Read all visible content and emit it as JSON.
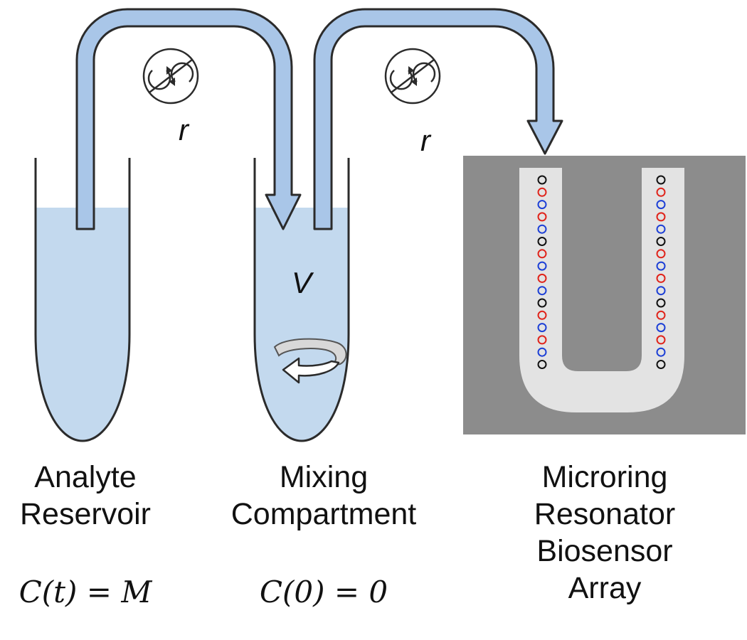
{
  "colors": {
    "liquid": "#c3d9ee",
    "tube_flow": "#a9c6e8",
    "tube_outline": "#2b2b2b",
    "chip_background": "#8c8c8c",
    "channel": "#e3e3e3",
    "ring_red": "#e0241b",
    "ring_blue": "#1c3fd6",
    "ring_black": "#111111"
  },
  "icons": [
    "pump-rotor-icon",
    "rotation-arrow-icon",
    "flow-arrow-icon",
    "microring-icon"
  ],
  "flow_rate_symbol": "r",
  "mixing_volume_symbol": "V",
  "reservoir": {
    "line1": "Analyte",
    "line2": "Reservoir",
    "equation": "C(t) = M"
  },
  "mixing": {
    "line1": "Mixing",
    "line2": "Compartment",
    "equation": "C(0) = 0"
  },
  "sensor": {
    "line1": "Microring",
    "line2": "Resonator",
    "line3": "Biosensor",
    "line4": "Array"
  },
  "ring_sequence": [
    "black",
    "red",
    "blue",
    "red",
    "blue",
    "black",
    "red",
    "blue",
    "red",
    "blue",
    "black",
    "red",
    "blue",
    "red",
    "blue",
    "black"
  ]
}
